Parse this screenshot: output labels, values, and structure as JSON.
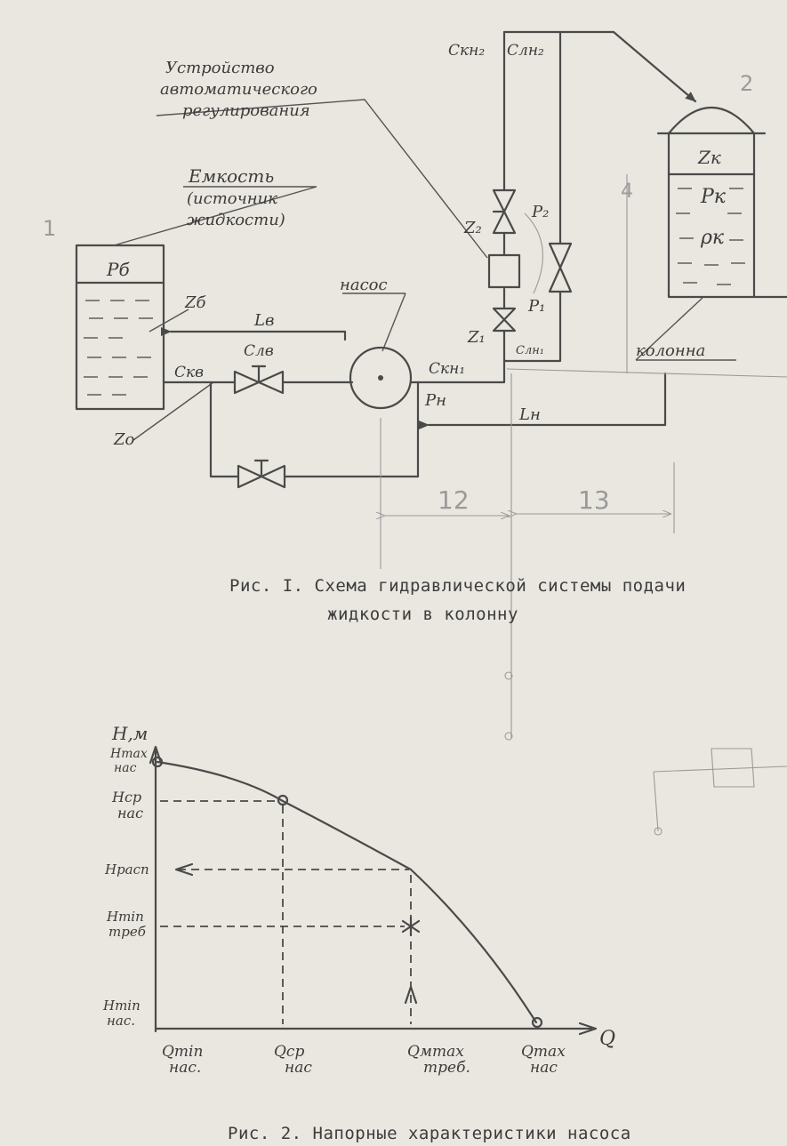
{
  "figure1": {
    "caption_line1": "Рис. I. Схема гидравлической системы подачи",
    "caption_line2": "жидкости в колонну",
    "labels": {
      "tank_number": "1",
      "column_number": "2",
      "device_line1": "Устройство",
      "device_line2": "автоматического",
      "device_line3": "регулирования",
      "tank_line1": "Емкость",
      "tank_line2": "(источник",
      "tank_line3": "жидкости)",
      "pump": "насос",
      "column": "колонна",
      "p_tank": "Pб",
      "z_tank": "Zб",
      "z_zero": "Zо",
      "c_kv": "Cкв",
      "c_lv": "Cлв",
      "l_v": "Lв",
      "c_kn1": "Cкн₁",
      "p_pump": "Pн",
      "l_n": "Lн",
      "z1": "Z₁",
      "z2": "Z₂",
      "p1": "P₁",
      "p2": "P₂",
      "c_ln1": "Cлн₁",
      "c_kn2": "Cкн₂",
      "c_ln2": "Cлн₂",
      "z_col": "Zк",
      "p_col": "Pк",
      "rho_col": "ρк",
      "dim_12": "12",
      "dim_13": "13",
      "dim_4": "4"
    }
  },
  "figure2": {
    "caption": "Рис. 2. Напорные характеристики насоса",
    "y_axis_label": "H,м",
    "x_axis_label": "Q",
    "y_ticks": {
      "hmax_1": "Hmax",
      "hmax_2": "нас",
      "hcp_1": "Hср",
      "hcp_2": "нас",
      "hrasp": "Hрасп",
      "hmintr_1": "Hmin",
      "hmintr_2": "треб",
      "hminnas_1": "Hmin",
      "hminnas_2": "нас."
    },
    "x_ticks": {
      "qmin_1": "Qmin",
      "qmin_2": "нас.",
      "qcp_1": "Qср",
      "qcp_2": "нас",
      "qmmax_1": "Qмmax",
      "qmmax_2": "треб.",
      "qmax_1": "Qmax",
      "qmax_2": "нас"
    }
  },
  "colors": {
    "ink": "#4a4a4a",
    "paper": "#e9e7df",
    "pencil": "#9a9a9a"
  }
}
